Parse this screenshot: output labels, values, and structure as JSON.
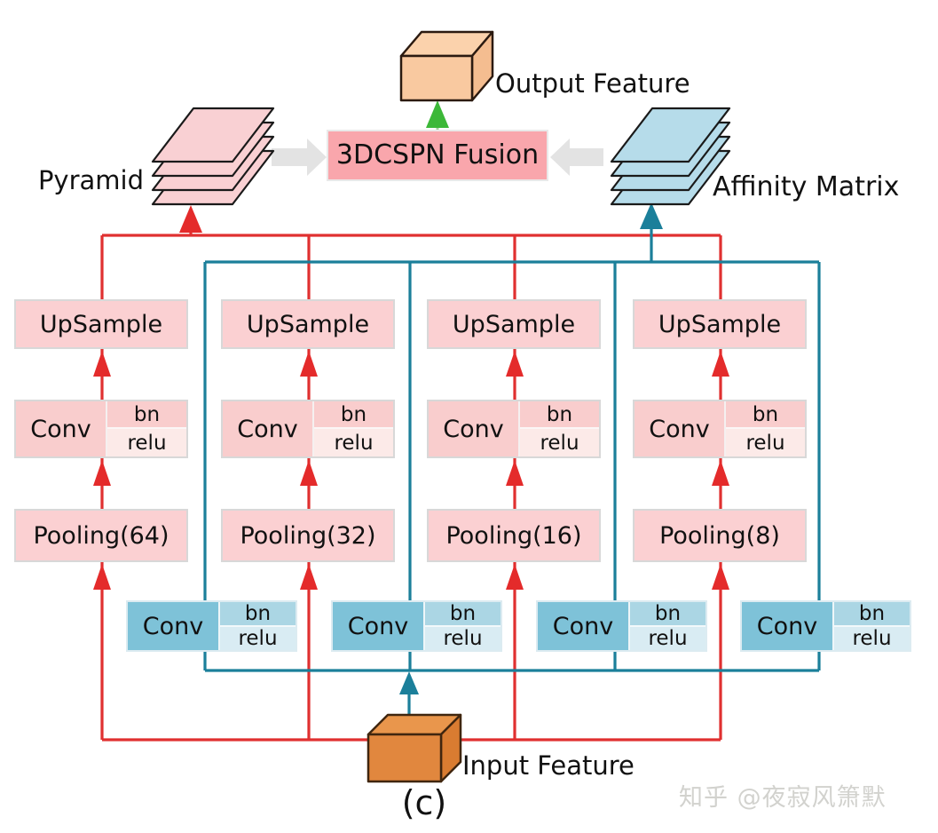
{
  "top": {
    "output_feature_label": "Output Feature",
    "fusion_label": "3DCSPN Fusion",
    "pyramid_label": "Pyramid",
    "affinity_label": "Affinity Matrix"
  },
  "columns": [
    {
      "upsample": "UpSample",
      "conv": "Conv",
      "bn": "bn",
      "relu": "relu",
      "pooling": "Pooling(64)"
    },
    {
      "upsample": "UpSample",
      "conv": "Conv",
      "bn": "bn",
      "relu": "relu",
      "pooling": "Pooling(32)"
    },
    {
      "upsample": "UpSample",
      "conv": "Conv",
      "bn": "bn",
      "relu": "relu",
      "pooling": "Pooling(16)"
    },
    {
      "upsample": "UpSample",
      "conv": "Conv",
      "bn": "bn",
      "relu": "relu",
      "pooling": "Pooling(8)"
    }
  ],
  "input_convs": [
    {
      "conv": "Conv",
      "bn": "bn",
      "relu": "relu"
    },
    {
      "conv": "Conv",
      "bn": "bn",
      "relu": "relu"
    },
    {
      "conv": "Conv",
      "bn": "bn",
      "relu": "relu"
    },
    {
      "conv": "Conv",
      "bn": "bn",
      "relu": "relu"
    }
  ],
  "bottom": {
    "input_feature_label": "Input Feature",
    "caption": "(c)",
    "watermark": "知乎 @夜寂风箫默"
  },
  "colors": {
    "pyramid_path_red": "#e03030",
    "affinity_path_teal": "#1b7f9a",
    "pink_box": "#fbd0d2",
    "fusion_box": "#f9a6ac",
    "blue_conv_cell": "#7ec2d8",
    "pink_sheet": "#f9d0d3",
    "blue_sheet": "#b6dcea",
    "output_box_face": "#f9c9a0",
    "input_box_face": "#e1873e",
    "gray_block_arrow": "#e3e3e3",
    "green_arrow": "#3cb838"
  }
}
